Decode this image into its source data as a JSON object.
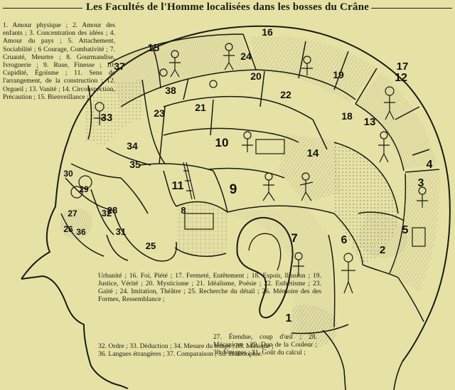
{
  "title": "Les Facultés de l'Homme localisées dans les bosses du Crâne",
  "legend": {
    "left": "1. Amour physique ; 2. Amour des enfants ; 3. Concentration des idées ; 4. Amour du pays ; 5. Attachement, Sociabilité ; 6 Courage, Combativité ; 7. Cruauté, Meurtre ; 8. Gourmandise, Ivrognerie ; 9. Ruse, Finesse ; 10. Cupidité, Égoïsme ; 11. Sens de l'arrangement, de la construction ; 12. Orgueil ; 13. Vanité ; 14. Circonspection, Précaution ; 15. Bienveillance ;",
    "bottom": "Urbanité ; 16. Foi, Piété ; 17. Fermeté, Entêtement ; 18. Espoir, Illusion ; 19. Justice, Vérité ; 20. Mysticisme ; 21. Idéalisme, Poésie ; 22. Esthétisme ; 23. Gaité ; 24. Imitation, Théâtre ; 25. Recherche du détail ; 26. Mémoire des des Formes, Ressemblance ;",
    "right": "27. Étendue, coup d'œil ; 28. Mécanique ; 29. Don de la Couleur ; 30. Voyages ; 31. Goût du calcul ;",
    "tail_lines": [
      "32. Ordre ; 33. Déduction ; 34. Mesure du temps ; 35. Musique ;",
      "36. Langues étrangères ; 37. Comparaison ; 38. Philosophie."
    ]
  },
  "regions": [
    {
      "n": "1",
      "label": "Amour physique"
    },
    {
      "n": "2",
      "label": "Amour des enfants"
    },
    {
      "n": "3",
      "label": "Concentration des idées"
    },
    {
      "n": "4",
      "label": "Amour du pays"
    },
    {
      "n": "5",
      "label": "Attachement, Sociabilité"
    },
    {
      "n": "6",
      "label": "Courage, Combativité"
    },
    {
      "n": "7",
      "label": "Cruauté, Meurtre"
    },
    {
      "n": "8",
      "label": "Gourmandise, Ivrognerie"
    },
    {
      "n": "9",
      "label": "Ruse, Finesse"
    },
    {
      "n": "10",
      "label": "Cupidité, Égoïsme"
    },
    {
      "n": "11",
      "label": "Sens de l'arrangement, de la construction"
    },
    {
      "n": "12",
      "label": "Orgueil"
    },
    {
      "n": "13",
      "label": "Vanité"
    },
    {
      "n": "14",
      "label": "Circonspection, Précaution"
    },
    {
      "n": "15",
      "label": "Bienveillance, Urbanité"
    },
    {
      "n": "16",
      "label": "Foi, Piété"
    },
    {
      "n": "17",
      "label": "Fermeté, Entêtement"
    },
    {
      "n": "18",
      "label": "Espoir, Illusion"
    },
    {
      "n": "19",
      "label": "Justice, Vérité"
    },
    {
      "n": "20",
      "label": "Mysticisme"
    },
    {
      "n": "21",
      "label": "Idéalisme, Poésie"
    },
    {
      "n": "22",
      "label": "Esthétisme"
    },
    {
      "n": "23",
      "label": "Gaité"
    },
    {
      "n": "24",
      "label": "Imitation, Théâtre"
    },
    {
      "n": "25",
      "label": "Recherche du détail"
    },
    {
      "n": "26",
      "label": "Mémoire des Formes, Ressemblance"
    },
    {
      "n": "27",
      "label": "Étendue, coup d'œil"
    },
    {
      "n": "28",
      "label": "Mécanique"
    },
    {
      "n": "29",
      "label": "Don de la Couleur"
    },
    {
      "n": "30",
      "label": "Voyages"
    },
    {
      "n": "31",
      "label": "Goût du calcul"
    },
    {
      "n": "32",
      "label": "Ordre"
    },
    {
      "n": "33",
      "label": "Déduction"
    },
    {
      "n": "34",
      "label": "Mesure du temps"
    },
    {
      "n": "35",
      "label": "Musique"
    },
    {
      "n": "36",
      "label": "Langues étrangères"
    },
    {
      "n": "37",
      "label": "Comparaison"
    },
    {
      "n": "38",
      "label": "Philosophie"
    }
  ],
  "colors": {
    "paper": "#e6e2a6",
    "ink": "#1a1a14",
    "hatch": "#6e6b52"
  }
}
